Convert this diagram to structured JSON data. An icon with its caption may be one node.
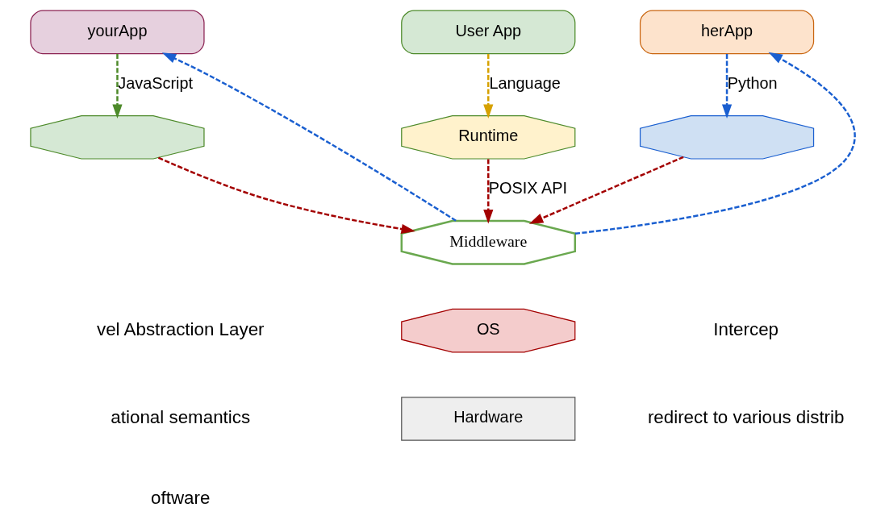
{
  "diagram": {
    "nodes": [
      {
        "text": [
          "yourApp"
        ]
      },
      {
        "text": [
          "User App"
        ]
      },
      {
        "text": [
          "herApp"
        ]
      },
      {
        "text": [],
        "shape": "octagon"
      },
      {
        "text": [
          "Runtime"
        ]
      },
      {
        "text": [],
        "shape": "octagon"
      },
      {
        "text": [
          "Middleware"
        ]
      },
      {
        "text": [
          "OS"
        ]
      },
      {
        "text": [
          "Hardware"
        ]
      }
    ],
    "edges": [
      {
        "from": 0,
        "to": 3,
        "arrow": "to",
        "label": "JavaScript",
        "style": "dashed",
        "color": "#4d8a2a"
      },
      {
        "from": 1,
        "to": 4,
        "arrow": "to",
        "label": "Language",
        "style": "dashed",
        "color": "#d6a100"
      },
      {
        "from": 2,
        "to": 5,
        "arrow": "to",
        "label": "Python",
        "style": "dashed",
        "color": "#1a5fd0"
      },
      {
        "from": 3,
        "to": 6,
        "arrow": "to",
        "style": "dashed",
        "color": "#a30000"
      },
      {
        "from": 4,
        "to": 6,
        "arrow": "to",
        "label": "POSIX API",
        "style": "dashed",
        "color": "#a30000"
      },
      {
        "from": 5,
        "to": 6,
        "arrow": "to",
        "style": "dashed",
        "color": "#a30000"
      },
      {
        "from": 6,
        "to": 0,
        "arrow": "to",
        "style": "dashed",
        "color": "#1a5fd0"
      },
      {
        "from": 6,
        "to": 2,
        "arrow": "to",
        "style": "dashed",
        "color": "#1a5fd0"
      }
    ],
    "labels": [
      "vel Abstraction Layer",
      "ational semantics",
      "oftware",
      "Intercep",
      "redirect to various distrib"
    ]
  }
}
